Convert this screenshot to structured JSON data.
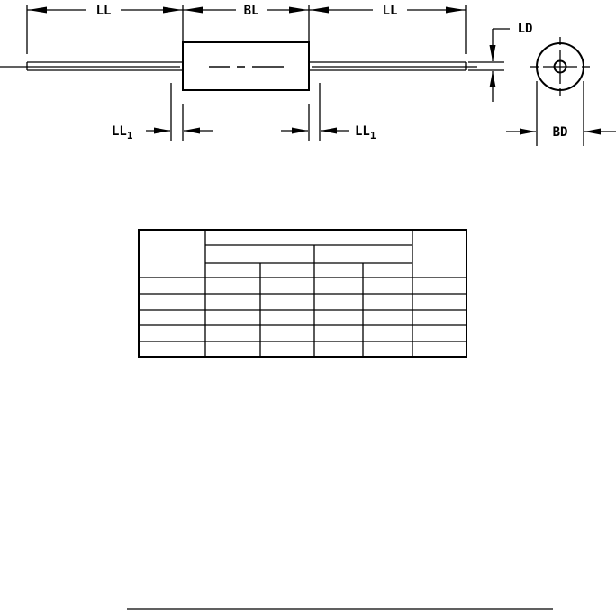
{
  "labels": {
    "lead_length": "LL",
    "body_length": "BL",
    "lead_diameter": "LD",
    "lead_length_1_main": "LL",
    "lead_length_1_sub": "1",
    "body_diameter": "BD"
  },
  "table": {
    "header_rows": 3,
    "data_rows": 5,
    "columns": 6,
    "cells": []
  }
}
